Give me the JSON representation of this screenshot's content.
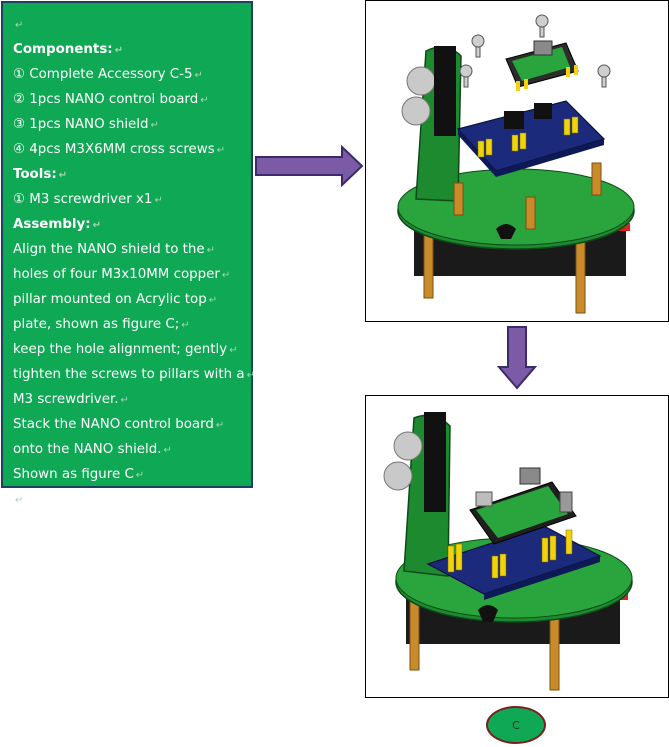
{
  "instructions": {
    "lines": [
      {
        "text": "",
        "bold": false
      },
      {
        "text": "Components:",
        "bold": true
      },
      {
        "text": "① Complete Accessory C-5",
        "bold": false
      },
      {
        "text": "② 1pcs NANO control board",
        "bold": false
      },
      {
        "text": "③ 1pcs NANO shield",
        "bold": false
      },
      {
        "text": "④ 4pcs M3X6MM cross screws",
        "bold": false
      },
      {
        "text": "Tools:",
        "bold": true
      },
      {
        "text": "① M3 screwdriver x1",
        "bold": false
      },
      {
        "text": "Assembly:",
        "bold": true
      },
      {
        "text": "Align the NANO shield to the",
        "bold": false
      },
      {
        "text": "holes of four M3x10MM copper",
        "bold": false
      },
      {
        "text": "pillar mounted on Acrylic top",
        "bold": false
      },
      {
        "text": "plate, shown as figure C;",
        "bold": false
      },
      {
        "text": "keep the hole alignment; gently",
        "bold": false
      },
      {
        "text": "tighten the screws to pillars with a",
        "bold": false
      },
      {
        "text": "M3 screwdriver.",
        "bold": false
      },
      {
        "text": "Stack the NANO control board",
        "bold": false
      },
      {
        "text": "onto the NANO shield.",
        "bold": false
      },
      {
        "text": "Shown as figure C",
        "bold": false
      },
      {
        "text": "",
        "bold": false
      }
    ]
  },
  "figure_label": "C",
  "colors": {
    "panel_green": "#0fa855",
    "panel_border": "#1f3f5f",
    "arrow_purple": "#7b5aa6",
    "board_blue": "#1b2a7a",
    "pcb_green": "#1f8a2e",
    "pin_yellow": "#f2d20a",
    "pillar_brass": "#c98a2a"
  },
  "icons": {
    "right_arrow": "right-arrow-icon",
    "down_arrow": "down-arrow-icon"
  }
}
